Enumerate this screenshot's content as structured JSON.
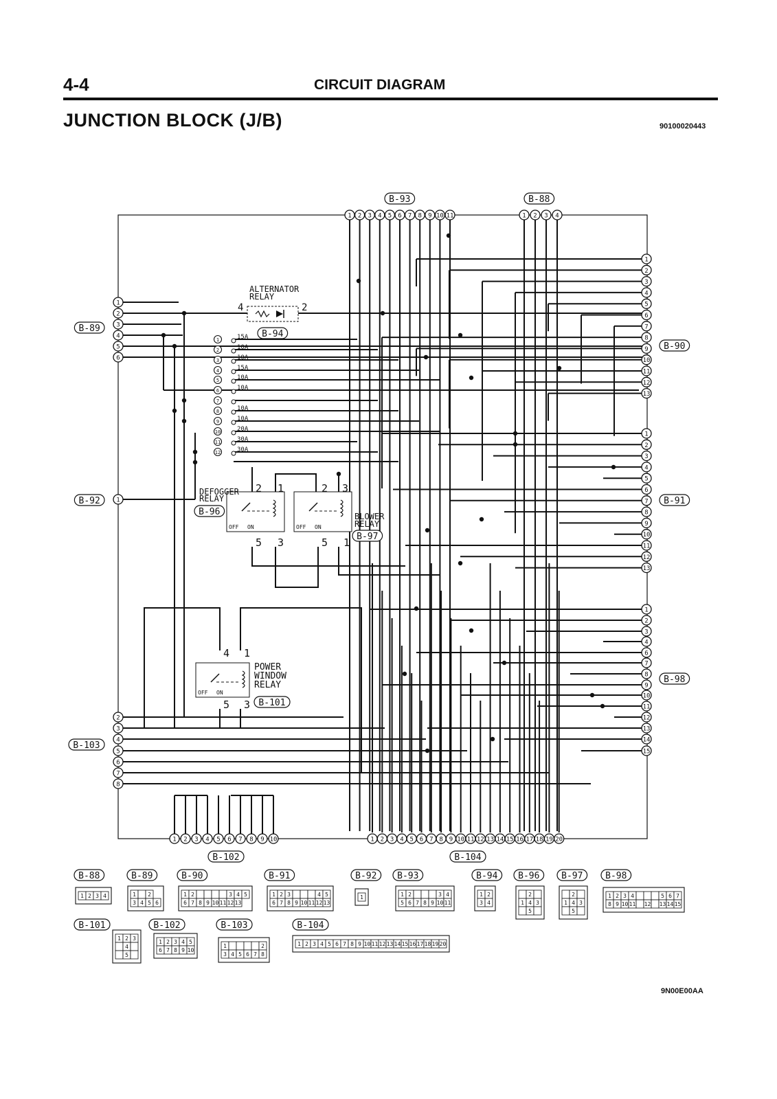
{
  "header": {
    "page_number": "4-4",
    "section": "CIRCUIT DIAGRAM",
    "title": "JUNCTION BLOCK (J/B)",
    "doc_code": "90100020443",
    "figure_code": "9N00E00AA"
  },
  "connectors": {
    "b88": "B-88",
    "b89": "B-89",
    "b90": "B-90",
    "b91": "B-91",
    "b92": "B-92",
    "b93": "B-93",
    "b94": "B-94",
    "b96": "B-96",
    "b97": "B-97",
    "b98": "B-98",
    "b101": "B-101",
    "b102": "B-102",
    "b103": "B-103",
    "b104": "B-104"
  },
  "relays": {
    "alternator": {
      "line1": "ALTERNATOR",
      "line2": "RELAY",
      "pin_left": "4",
      "pin_right": "2"
    },
    "defogger": {
      "line1": "DEFOGGER",
      "line2": "RELAY",
      "pins": [
        "2",
        "1",
        "5",
        "3"
      ]
    },
    "blower": {
      "line1": "BLOWER",
      "line2": "RELAY",
      "pins": [
        "2",
        "3",
        "5",
        "1"
      ]
    },
    "power_window": {
      "line1": "POWER",
      "line2": "WINDOW",
      "line3": "RELAY",
      "pins": [
        "4",
        "1",
        "5",
        "3"
      ]
    },
    "off_label": "OFF",
    "on_label": "ON"
  },
  "fuses": [
    "15A",
    "10A",
    "10A",
    "15A",
    "10A",
    "10A",
    "",
    "10A",
    "10A",
    "20A",
    "30A",
    "30A"
  ],
  "fuse_numbers": [
    "1",
    "2",
    "3",
    "4",
    "5",
    "6",
    "7",
    "8",
    "9",
    "10",
    "11",
    "12"
  ]
}
